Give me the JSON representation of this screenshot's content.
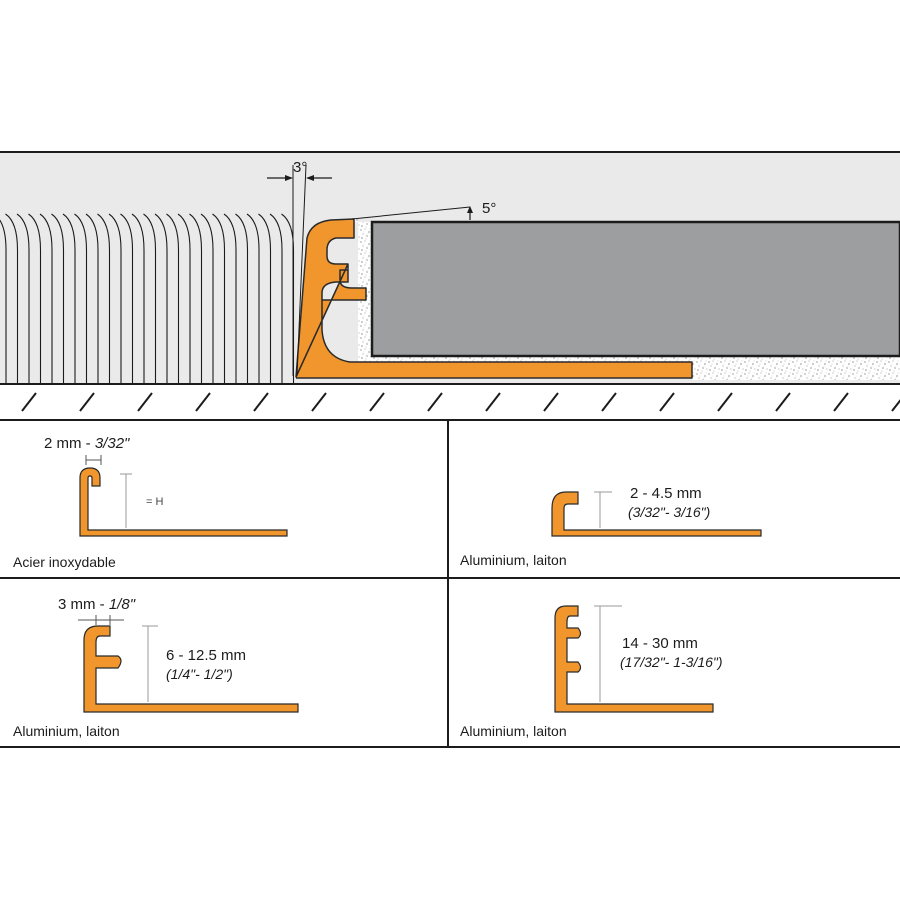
{
  "colors": {
    "profile": "#f0962c",
    "profile_stroke": "#2a2a2a",
    "tile": "#9d9ea0",
    "wall": "#eaeaea",
    "line": "#1c1c1c",
    "dim_line": "#9a9a9a"
  },
  "top_section": {
    "angle_left": "3°",
    "angle_right": "5°"
  },
  "panels": [
    {
      "id": "stainless",
      "thickness": "2 mm - ",
      "thickness_italic": "3/32\"",
      "height_label": "= H",
      "material": "Acier inoxydable"
    },
    {
      "id": "round-aluminium",
      "height_label": "2 - 4.5 mm",
      "height_label_imperial": "(3/32\"- 3/16\")",
      "material": "Aluminium, laiton"
    },
    {
      "id": "e-aluminium",
      "thickness": "3 mm - ",
      "thickness_italic": "1/8\"",
      "height_label": "6 - 12.5 mm",
      "height_label_imperial": "(1/4\"- 1/2\")",
      "material": "Aluminium, laiton"
    },
    {
      "id": "tall-aluminium",
      "height_label": "14 - 30 mm",
      "height_label_imperial": "(17/32\"- 1-3/16\")",
      "material": "Aluminium, laiton"
    }
  ]
}
